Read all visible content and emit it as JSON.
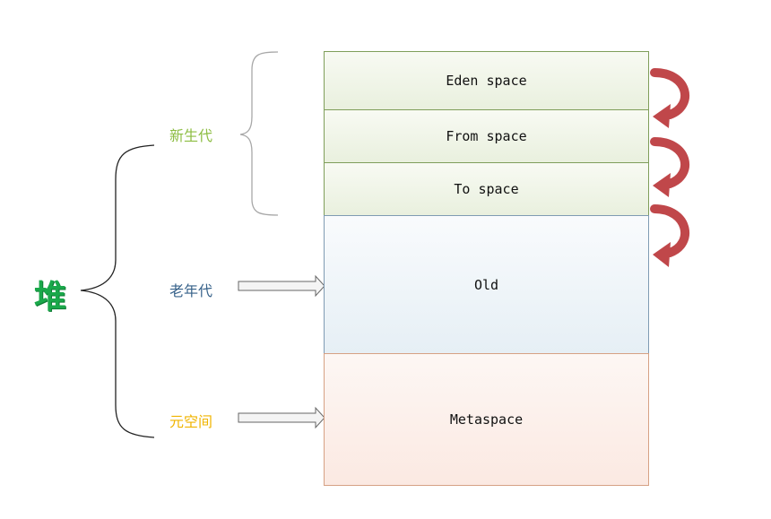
{
  "heap_label": "堆",
  "regions": {
    "young_gen_label": "新生代",
    "old_gen_label": "老年代",
    "metaspace_label": "元空间"
  },
  "blocks": {
    "eden": "Eden space",
    "from": "From space",
    "to": "To space",
    "old": "Old",
    "metaspace": "Metaspace"
  },
  "colors": {
    "young_label": "#8dbd43",
    "old_label": "#37628a",
    "metaspace_label": "#f0b400",
    "heap_label": "#1aa84a",
    "cycle_arrow": "#c0474a"
  }
}
